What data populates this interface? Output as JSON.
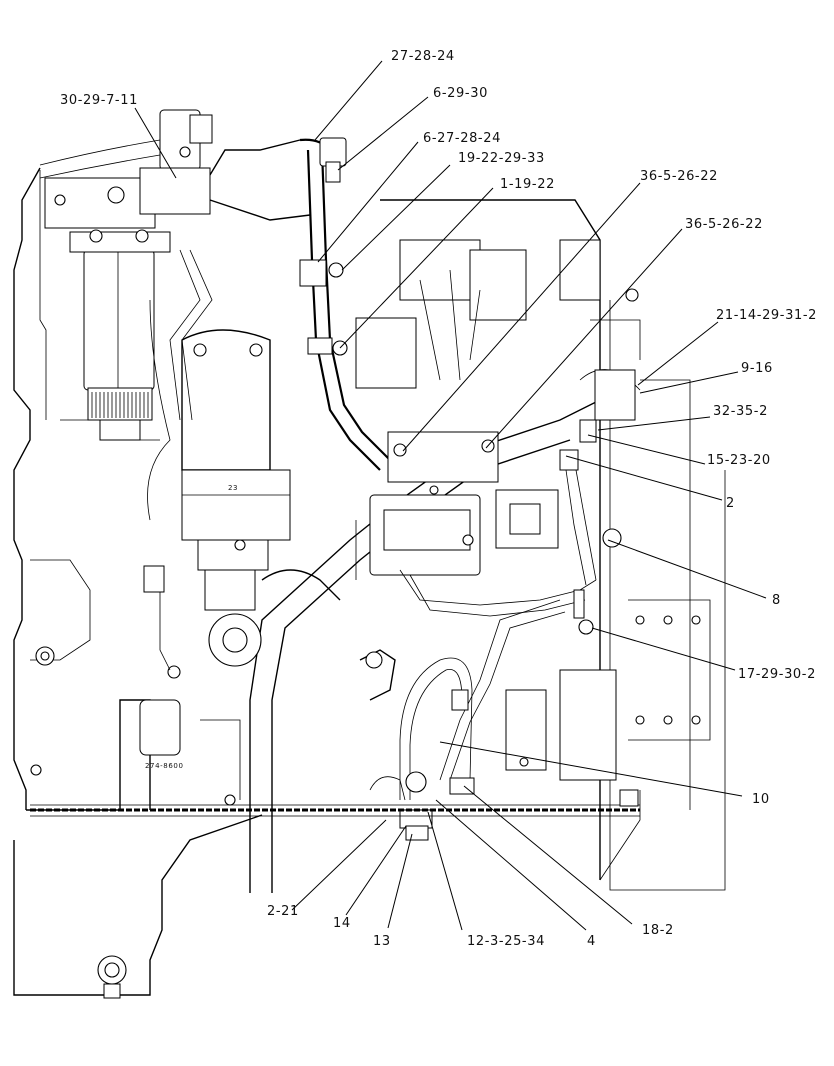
{
  "callouts": [
    {
      "id": "c1",
      "text": "27-28-24"
    },
    {
      "id": "c2",
      "text": "30-29-7-11"
    },
    {
      "id": "c3",
      "text": "6-29-30"
    },
    {
      "id": "c4",
      "text": "6-27-28-24"
    },
    {
      "id": "c5",
      "text": "19-22-29-33"
    },
    {
      "id": "c6",
      "text": "1-19-22"
    },
    {
      "id": "c7",
      "text": "36-5-26-22"
    },
    {
      "id": "c8",
      "text": "36-5-26-22"
    },
    {
      "id": "c9",
      "text": "21-14-29-31-2"
    },
    {
      "id": "c10",
      "text": "9-16"
    },
    {
      "id": "c11",
      "text": "32-35-2"
    },
    {
      "id": "c12",
      "text": "15-23-20"
    },
    {
      "id": "c13",
      "text": "2"
    },
    {
      "id": "c14",
      "text": "8"
    },
    {
      "id": "c15",
      "text": "17-29-30-2"
    },
    {
      "id": "c16",
      "text": "10"
    },
    {
      "id": "c17",
      "text": "18-2"
    },
    {
      "id": "c18",
      "text": "2-21"
    },
    {
      "id": "c19",
      "text": "14"
    },
    {
      "id": "c20",
      "text": "13"
    },
    {
      "id": "c21",
      "text": "12-3-25-34"
    },
    {
      "id": "c22",
      "text": "4"
    }
  ],
  "part_marks": [
    {
      "id": "m1",
      "text": "23"
    },
    {
      "id": "m2",
      "text": "274-8600"
    }
  ]
}
